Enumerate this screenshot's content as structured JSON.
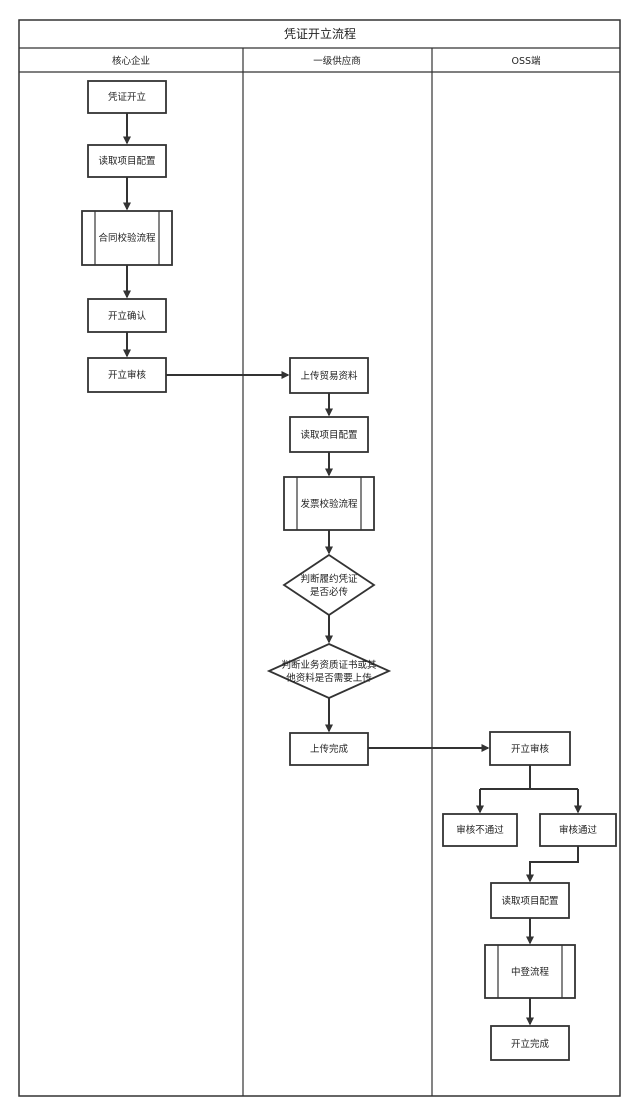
{
  "title": "凭证开立流程",
  "lanes": {
    "core": "核心企业",
    "supplier": "一级供应商",
    "oss": "OSS端"
  },
  "nodes": {
    "n1": "凭证开立",
    "n2": "读取项目配置",
    "n3": "合同校验流程",
    "n4": "开立确认",
    "n5": "开立审核",
    "n6": "上传贸易资料",
    "n7": "读取项目配置",
    "n8": "发票校验流程",
    "n9": [
      "判断履约凭证",
      "是否必传"
    ],
    "n10": [
      "判断业务资质证书或其",
      "他资料是否需要上传"
    ],
    "n11": "上传完成",
    "n12": "开立审核",
    "n13": "审核不通过",
    "n14": "审核通过",
    "n15": "读取项目配置",
    "n16": "中登流程",
    "n17": "开立完成"
  }
}
